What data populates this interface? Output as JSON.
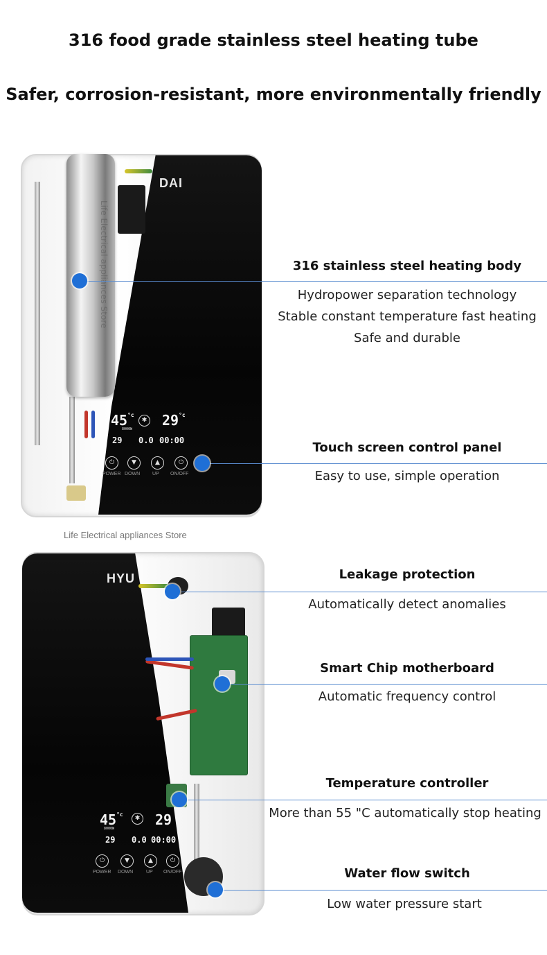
{
  "headline": {
    "line1": "316 food grade stainless steel heating tube",
    "line2": "Safer, corrosion-resistant, more environmentally friendly"
  },
  "top_unit": {
    "brand": "DAI",
    "display": {
      "temp_set": "45",
      "temp_unit": "°c",
      "power": "8000W",
      "temp_out": "29",
      "temp_out_unit": "°c",
      "temp_in": "29",
      "flow": "0.0",
      "timer": "00:00"
    },
    "buttons": [
      {
        "icon": "power-icon",
        "label": "POWER"
      },
      {
        "icon": "down-icon",
        "label": "DOWN"
      },
      {
        "icon": "up-icon",
        "label": "UP"
      },
      {
        "icon": "onoff-icon",
        "label": "ON/OFF"
      }
    ],
    "tube_watermark": "Life Electrical appliances Store"
  },
  "store_caption": "Life Electrical appliances Store",
  "bottom_unit": {
    "brand": "HYU",
    "display": {
      "temp_set": "45",
      "temp_unit": "°c",
      "power": "8000W",
      "temp_out": "29",
      "temp_in": "29",
      "flow": "0.0",
      "timer": "00:00"
    },
    "buttons": [
      {
        "icon": "power-icon",
        "label": "POWER"
      },
      {
        "icon": "down-icon",
        "label": "DOWN"
      },
      {
        "icon": "up-icon",
        "label": "UP"
      },
      {
        "icon": "onoff-icon",
        "label": "ON/OFF"
      }
    ]
  },
  "callouts": {
    "heating_body": {
      "title": "316 stainless steel heating body",
      "lines": [
        "Hydropower separation technology",
        "Stable constant temperature fast heating",
        "Safe and durable"
      ]
    },
    "control_panel": {
      "title": "Touch screen control panel",
      "lines": [
        "Easy to use, simple operation"
      ]
    },
    "leakage": {
      "title": "Leakage protection",
      "lines": [
        "Automatically detect anomalies"
      ]
    },
    "motherboard": {
      "title": "Smart Chip motherboard",
      "lines": [
        "Automatic frequency control"
      ]
    },
    "temp_controller": {
      "title": "Temperature controller",
      "lines": [
        "More than 55 \"C automatically stop heating"
      ]
    },
    "flow_switch": {
      "title": "Water flow switch",
      "lines": [
        "Low water pressure start"
      ]
    }
  },
  "colors": {
    "marker": "#1f6fd6",
    "leader": "#5a8ccf",
    "glass": "#0a0a0a",
    "frame": "#f2f2f2"
  }
}
